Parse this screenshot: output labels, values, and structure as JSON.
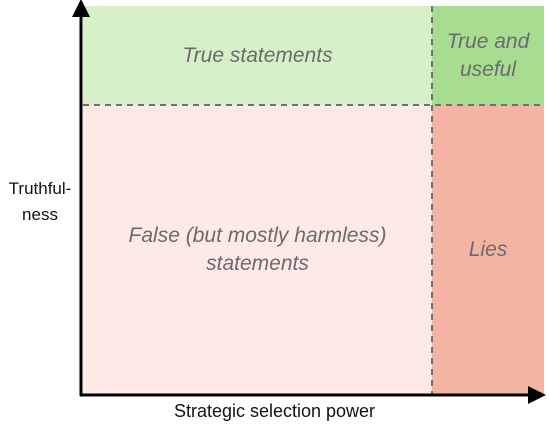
{
  "quadrants": {
    "top_left": {
      "text": [
        "True statements"
      ],
      "color": "#d8f0c8"
    },
    "top_right": {
      "text": [
        "True and",
        "useful"
      ],
      "color": "#a8dc90"
    },
    "bottom_left": {
      "text": [
        "False (but mostly harmless)",
        "statements"
      ],
      "color": "#fdeae6"
    },
    "bottom_right": {
      "text": [
        "Lies"
      ],
      "color": "#f4b4a4"
    }
  },
  "y_axis": {
    "label_lines": [
      "Truthful-",
      "ness"
    ]
  },
  "x_axis": {
    "label": "Strategic selection power"
  }
}
